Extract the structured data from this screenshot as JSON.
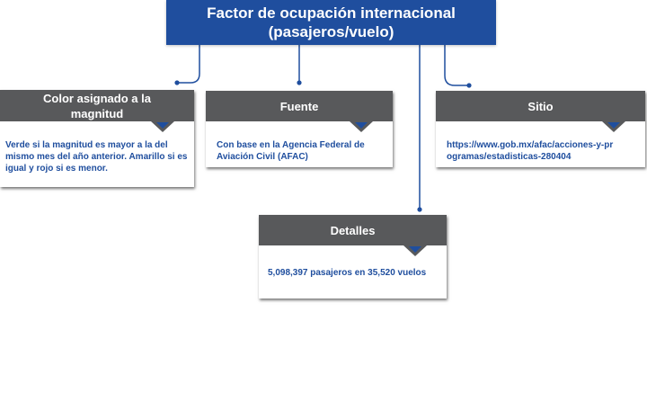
{
  "title": {
    "line1": "Factor de ocupación internacional",
    "line2": "(pasajeros/vuelo)"
  },
  "cards": {
    "color": {
      "header_line1": "Color asignado a la",
      "header_line2": "magnitud",
      "body": "Verde si la magnitud es mayor a la del mismo mes del año anterior. Amarillo si es igual y rojo si es menor."
    },
    "fuente": {
      "header": "Fuente",
      "body": "Con base en la Agencia Federal de Aviación Civil (AFAC)"
    },
    "sitio": {
      "header": "Sitio",
      "body": "https://www.gob.mx/afac/acciones-y-programas/estadisticas-280404"
    },
    "detalles": {
      "header": "Detalles",
      "body": "5,098,397 pasajeros en 35,520 vuelos"
    }
  },
  "colors": {
    "accent_blue": "#1f4e9e",
    "header_gray": "#58595b"
  }
}
